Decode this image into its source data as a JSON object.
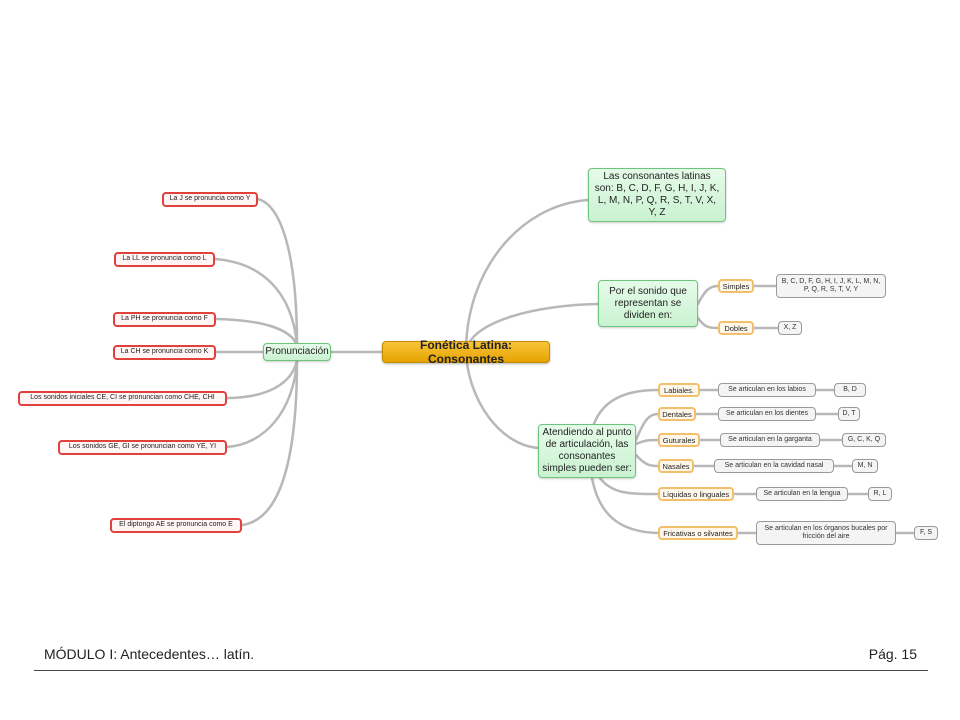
{
  "root": {
    "label": "Fonética Latina: Consonantes"
  },
  "consonants": {
    "label": "Las consonantes latinas son: B, C, D, F, G, H, I, J, K, L, M, N, P, Q, R, S, T, V, X, Y, Z"
  },
  "sound": {
    "label": "Por el sonido que representan se dividen en:",
    "simple_label": "Simples",
    "simple_value": "B, C, D, F, G, H, I, J, K, L, M, N, P, Q, R, S, T, V, Y",
    "double_label": "Dobles",
    "double_value": "X, Z"
  },
  "articulation": {
    "label": "Atendiendo al punto de articulación, las consonantes simples pueden ser:",
    "items": [
      {
        "type": "Labiales.",
        "desc": "Se articulan en los labios",
        "letters": "B, D"
      },
      {
        "type": "Dentales",
        "desc": "Se articulan en los dientes",
        "letters": "D, T"
      },
      {
        "type": "Guturales",
        "desc": "Se articulan en la garganta",
        "letters": "G, C, K, Q"
      },
      {
        "type": "Nasales",
        "desc": "Se articulan en la cavidad nasal",
        "letters": "M, N"
      },
      {
        "type": "Líquidas o linguales",
        "desc": "Se articulan en la lengua",
        "letters": "R, L"
      },
      {
        "type": "Fricativas o silvantes",
        "desc": "Se articulan en los órganos bucales por fricción del aire",
        "letters": "F, S"
      }
    ]
  },
  "pronunciation": {
    "label": "Pronunciación",
    "items": [
      "La J se pronuncia como Y",
      "La LL se pronuncia como L",
      "La PH se pronuncia como F",
      "La CH se pronuncia como K",
      "Los sonidos iniciales CE, CI se pronuncian como CHE, CHI",
      "Los sonidos GE, GI se pronuncian como YE, YI",
      "El diptongo AE se pronuncia como E"
    ]
  },
  "footer": {
    "left": "MÓDULO I: Antecedentes… latín.",
    "right": "Pág. 15"
  }
}
